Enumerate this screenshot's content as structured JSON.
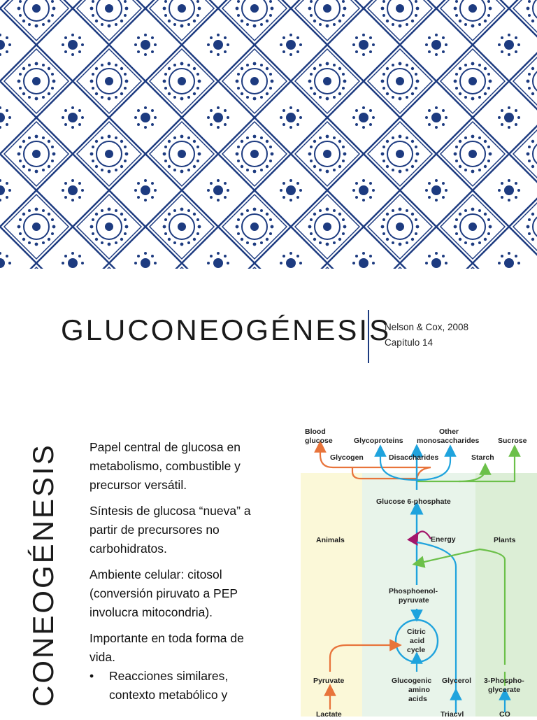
{
  "slide": {
    "title": "GLUCONEOGÉNESIS",
    "side_title": "CONEOGÉNESIS",
    "reference_line1": "Nelson & Cox, 2008",
    "reference_line2": "Capítulo 14"
  },
  "bullets": [
    "Papel central de glucosa en metabolismo,  combustible y precursor versátil.",
    "Síntesis de glucosa “nueva” a partir de precursores no carbohidratos.",
    "Ambiente celular: citosol (conversión piruvato a PEP involucra mitocondria).",
    "Importante en toda forma de vida."
  ],
  "sub_bullet": "Reacciones similares, contexto metabólico y",
  "diagram": {
    "blood_glucose_1": "Blood",
    "blood_glucose_2": "glucose",
    "glycoproteins": "Glycoproteins",
    "other_mono_1": "Other",
    "other_mono_2": "monosaccharides",
    "sucrose": "Sucrose",
    "glycogen": "Glycogen",
    "disaccharides": "Disaccharides",
    "starch": "Starch",
    "glucose6p": "Glucose 6-phosphate",
    "animals": "Animals",
    "energy": "Energy",
    "plants": "Plants",
    "pep_1": "Phosphoenol-",
    "pep_2": "pyruvate",
    "citric_1": "Citric",
    "citric_2": "acid",
    "citric_3": "cycle",
    "pyruvate": "Pyruvate",
    "glucogenic_1": "Glucogenic",
    "glucogenic_2": "amino",
    "glucogenic_3": "acids",
    "glycerol": "Glycerol",
    "phospho_1": "3-Phospho-",
    "phospho_2": "glycerate",
    "lactate": "Lactate",
    "triacyl": "Triacyl",
    "co2": "CO"
  },
  "colors": {
    "pattern_blue": "#1d3b80",
    "orange": "#e8743b",
    "cyan": "#1fa3dd",
    "green": "#6cc04a",
    "magenta": "#a3166b",
    "animals_bg": "#fbf8d8",
    "middle_bg": "#e8f4ea",
    "plants_bg": "#dceed6"
  }
}
